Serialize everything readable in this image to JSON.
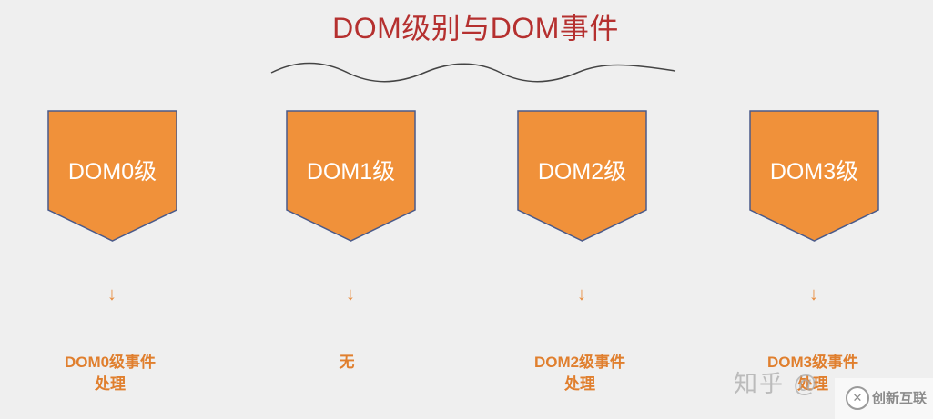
{
  "title": "DOM级别与DOM事件",
  "colors": {
    "title": "#b5302f",
    "badge_fill": "#f0913a",
    "badge_stroke": "#4a5a8a",
    "arrow": "#e88a3a",
    "description": "#e07f2e",
    "background": "#efefef"
  },
  "levels": [
    {
      "badge": "DOM0级",
      "arrow": "↓",
      "description_lines": [
        "DOM0级事件",
        "处理"
      ]
    },
    {
      "badge": "DOM1级",
      "arrow": "↓",
      "description_lines": [
        "无"
      ]
    },
    {
      "badge": "DOM2级",
      "arrow": "↓",
      "description_lines": [
        "DOM2级事件",
        "处理"
      ]
    },
    {
      "badge": "DOM3级",
      "arrow": "↓",
      "description_lines": [
        "DOM3级事件",
        "处理"
      ]
    }
  ],
  "watermark": {
    "site": "知乎 @",
    "brand": "创新互联",
    "brand_icon": "x-logo-icon"
  }
}
